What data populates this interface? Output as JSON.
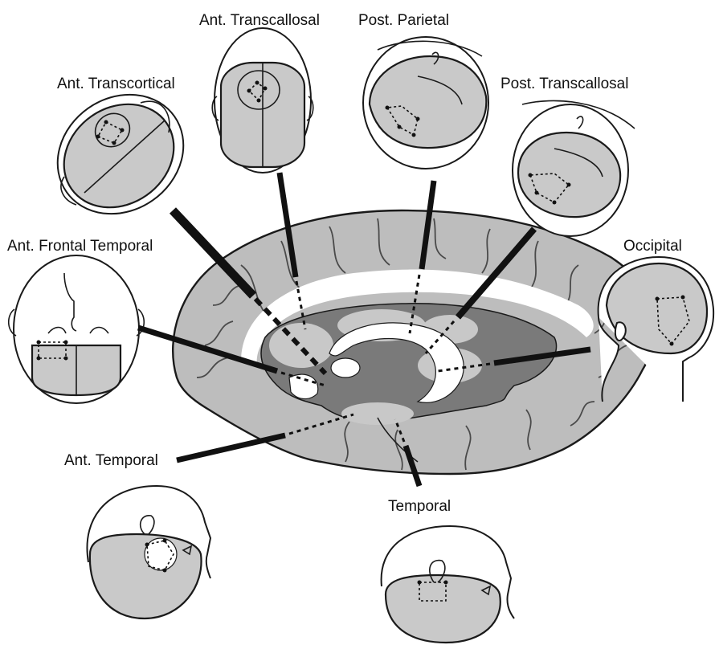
{
  "labels": {
    "ant_transcallosal": "Ant. Transcallosal",
    "post_parietal": "Post. Parietal",
    "ant_transcortical": "Ant. Transcortical",
    "post_transcallosal": "Post. Transcallosal",
    "ant_frontal_temporal": "Ant. Frontal Temporal",
    "occipital": "Occipital",
    "ant_temporal": "Ant. Temporal",
    "temporal": "Temporal"
  },
  "colors": {
    "brain_fill": "#bdbdbd",
    "ventricle_fill": "#7a7a7a",
    "head_fill": "#c9c9c9",
    "line": "#111111"
  }
}
